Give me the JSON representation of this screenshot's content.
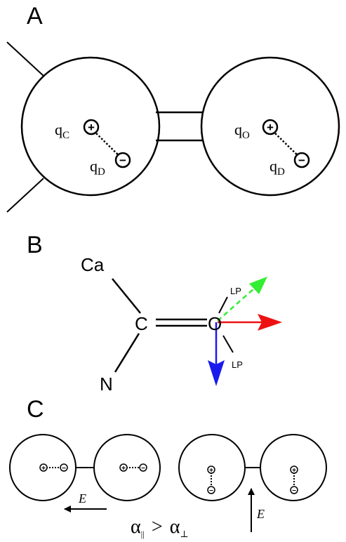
{
  "panel_a": {
    "label": "A",
    "left_atom": {
      "charge_label": "q",
      "charge_sub": "C",
      "dipole_label": "q",
      "dipole_sub": "D"
    },
    "right_atom": {
      "charge_label": "q",
      "charge_sub": "O",
      "dipole_label": "q",
      "dipole_sub": "D"
    }
  },
  "panel_b": {
    "label": "B",
    "atoms": {
      "ca": "Ca",
      "c": "C",
      "o": "O",
      "n": "N"
    },
    "lone_pairs": {
      "top": "LP",
      "bottom": "LP"
    },
    "arrow_colors": {
      "green": "#33ee33",
      "red": "#ee1111",
      "blue": "#1a1aee"
    }
  },
  "panel_c": {
    "label": "C",
    "field_label": "E",
    "relation_alpha_left": "α",
    "relation_sub_left": "||",
    "relation_op": ">",
    "relation_alpha_right": "α",
    "relation_sub_right": "⊥"
  },
  "glyphs": {
    "plus": "+",
    "minus": "−"
  }
}
